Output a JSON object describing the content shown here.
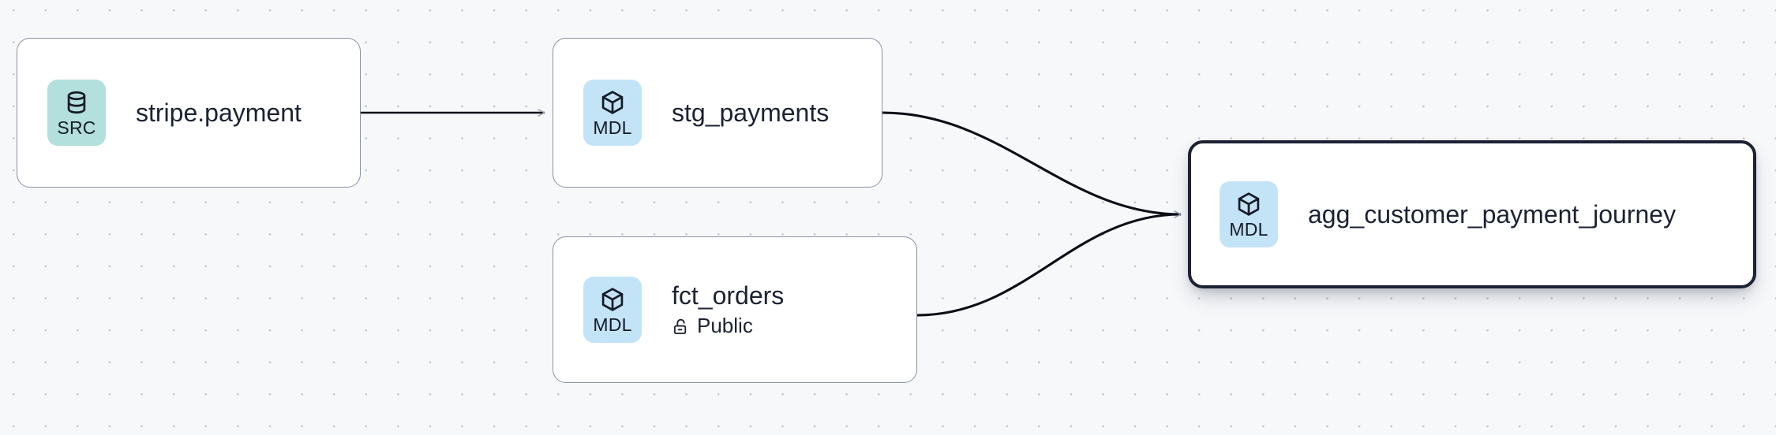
{
  "canvas": {
    "background_color": "#f7f8fa",
    "dot_grid_color": "#c2c6d0",
    "title": "Data lineage graph"
  },
  "badge_colors": {
    "source": "#b3dfdc",
    "model": "#c3e3f7"
  },
  "selection_color": "#1b2233",
  "edge_color": "#0b0e16",
  "nodes": [
    {
      "id": "stripe-payment",
      "title": "stripe.payment",
      "badge_label": "SRC",
      "badge_kind": "source",
      "badge_icon": "database-icon",
      "subtitle": null,
      "subtitle_icon": null,
      "selected": false
    },
    {
      "id": "stg-payments",
      "title": "stg_payments",
      "badge_label": "MDL",
      "badge_kind": "model",
      "badge_icon": "cube-icon",
      "subtitle": null,
      "subtitle_icon": null,
      "selected": false
    },
    {
      "id": "fct-orders",
      "title": "fct_orders",
      "badge_label": "MDL",
      "badge_kind": "model",
      "badge_icon": "cube-icon",
      "subtitle": "Public",
      "subtitle_icon": "unlock-icon",
      "selected": false
    },
    {
      "id": "agg-customer-payment-journey",
      "title": "agg_customer_payment_journey",
      "badge_label": "MDL",
      "badge_kind": "model",
      "badge_icon": "cube-icon",
      "subtitle": null,
      "subtitle_icon": null,
      "selected": true
    }
  ],
  "edges": [
    {
      "id": "edge-stripe-to-stg",
      "from": "stripe-payment",
      "to": "stg-payments",
      "style": "straight"
    },
    {
      "id": "edge-stg-to-agg",
      "from": "stg-payments",
      "to": "agg-customer-payment-journey",
      "style": "bezier"
    },
    {
      "id": "edge-fct-to-agg",
      "from": "fct-orders",
      "to": "agg-customer-payment-journey",
      "style": "bezier"
    }
  ]
}
